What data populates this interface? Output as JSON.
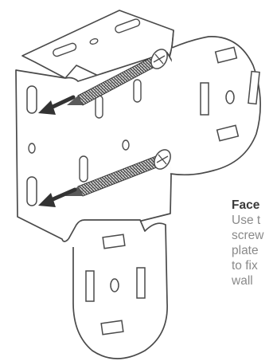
{
  "caption": {
    "title": "Face",
    "lines": [
      "Use t",
      "screw",
      "plate",
      "to fix",
      "wall"
    ]
  },
  "colors": {
    "outline": "#4a4a4a",
    "fill": "#ffffff",
    "shadow": "#d6d6d6",
    "arrow": "#333333",
    "caption_title": "#3b3b3b",
    "caption_text": "#8a8a8a"
  },
  "icons": [
    "bracket-illustration",
    "screw-icon",
    "arrow-icon"
  ]
}
